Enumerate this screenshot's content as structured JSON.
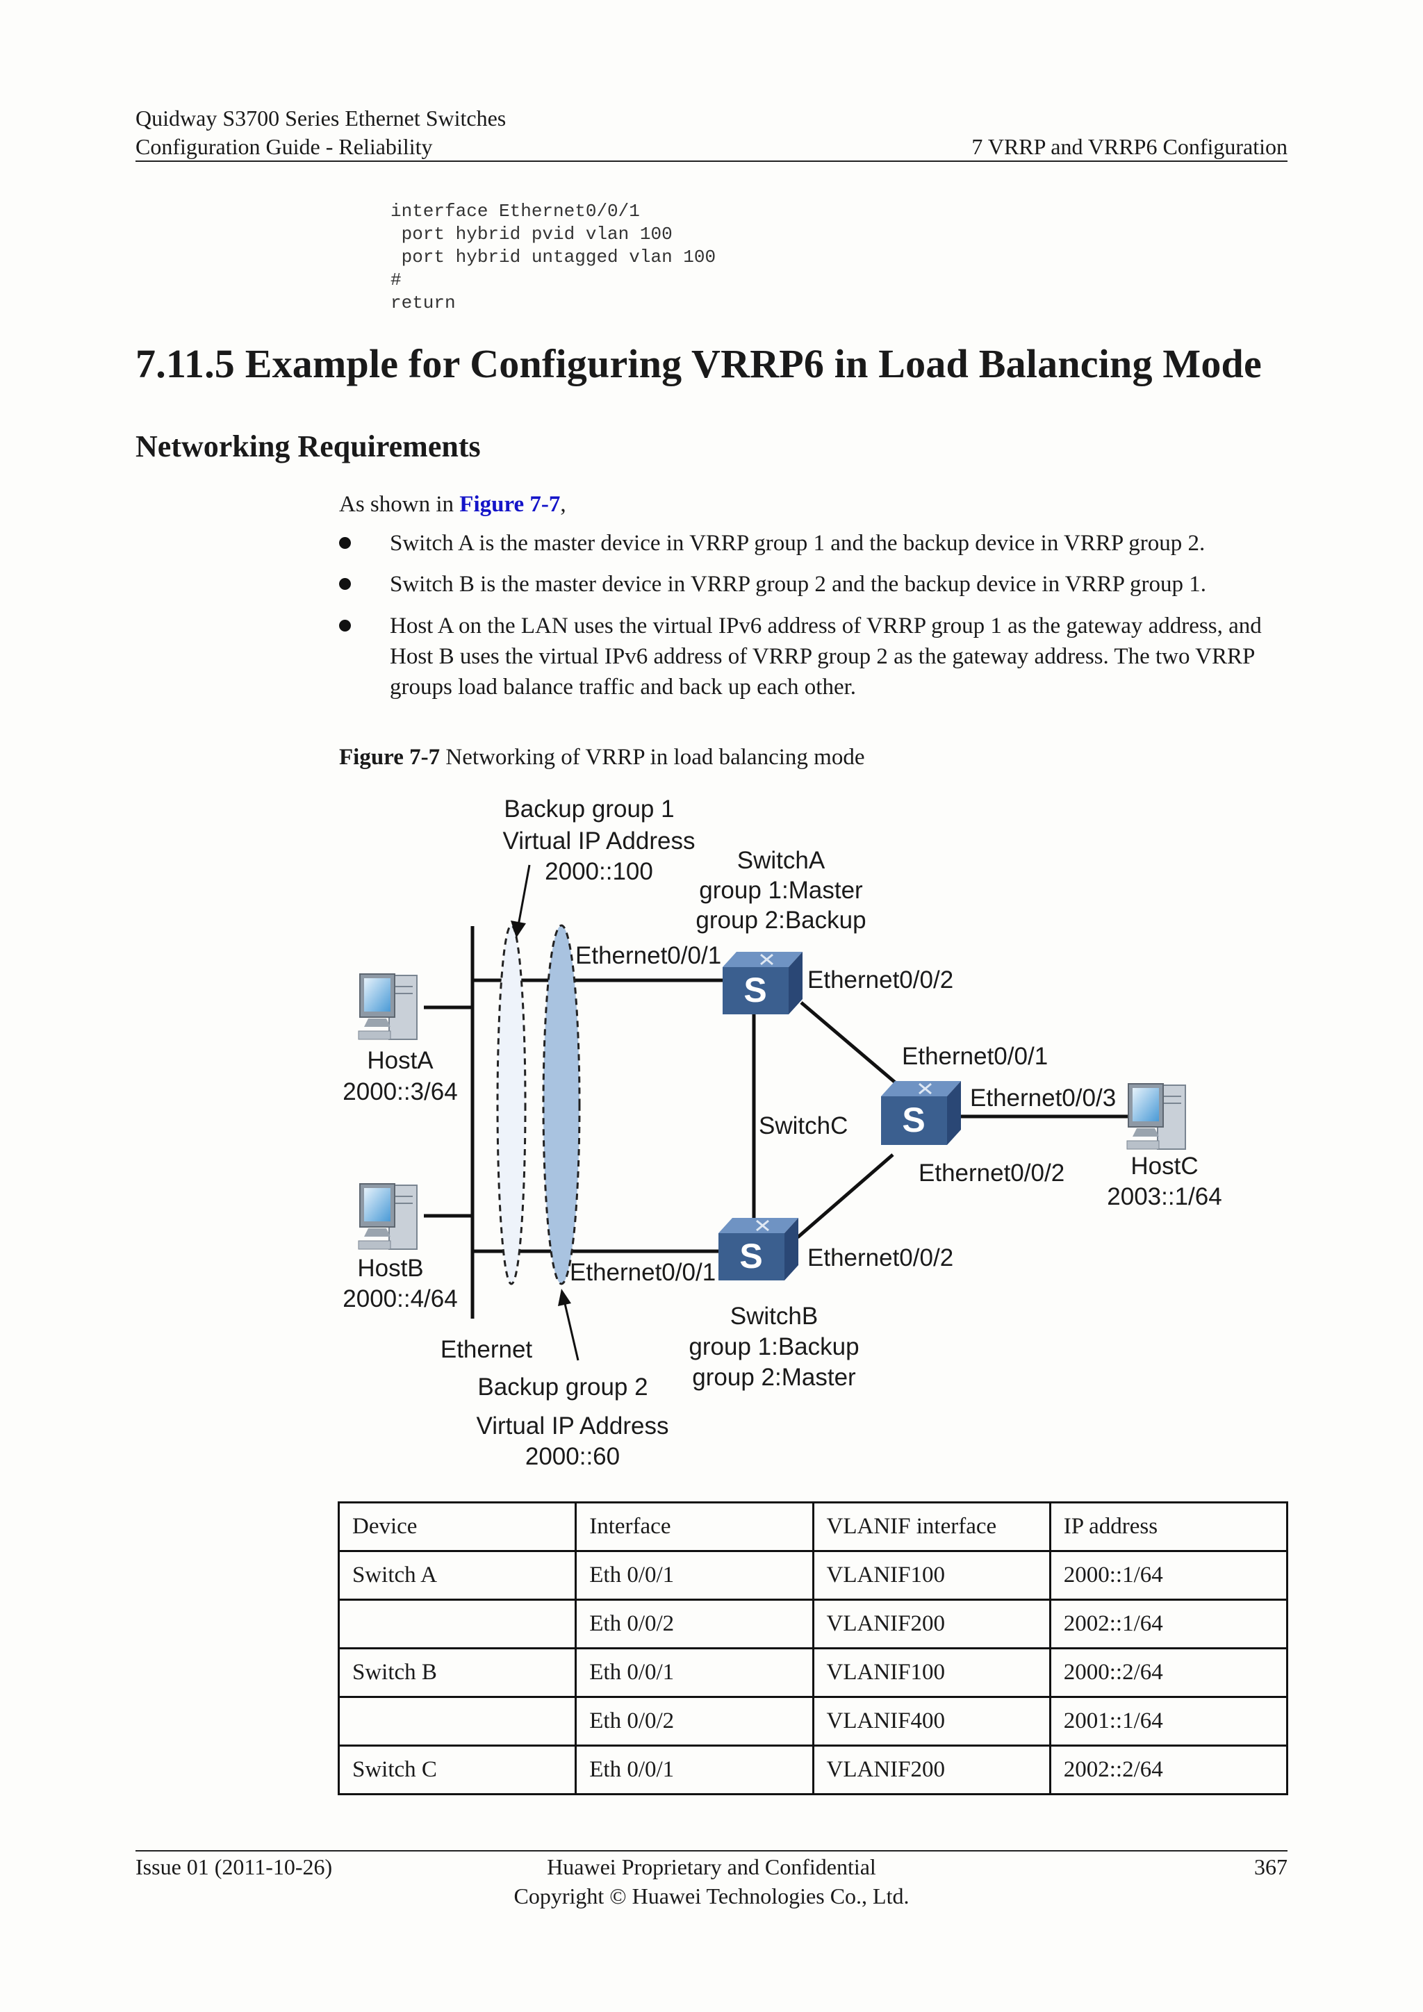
{
  "header": {
    "line1": "Quidway S3700 Series Ethernet Switches",
    "line2_left": "Configuration Guide - Reliability",
    "line2_right": "7 VRRP and VRRP6 Configuration"
  },
  "code_block": "interface Ethernet0/0/1\n port hybrid pvid vlan 100\n port hybrid untagged vlan 100\n#\nreturn",
  "section_title": "7.11.5 Example for Configuring VRRP6 in Load Balancing Mode",
  "subsection_title": "Networking Requirements",
  "intro": {
    "prefix": "As shown in ",
    "link": "Figure 7-7",
    "suffix": ","
  },
  "bullets": [
    "Switch A is the master device in VRRP group 1 and the backup device in VRRP group 2.",
    "Switch B is the master device in VRRP group 2 and the backup device in VRRP group 1.",
    "Host A on the LAN uses the virtual IPv6 address of VRRP group 1 as the gateway address, and Host B uses the virtual IPv6 address of VRRP group 2 as the gateway address. The two VRRP groups load balance traffic and back up each other."
  ],
  "figure": {
    "caption_label": "Figure 7-7",
    "caption_text": " Networking of VRRP in load balancing mode",
    "labels": {
      "bg1_title": "Backup group 1",
      "bg1_vip_label": "Virtual IP Address",
      "bg1_vip": "2000::100",
      "switchA_name": "SwitchA",
      "switchA_g1": "group 1:Master",
      "switchA_g2": "group 2:Backup",
      "switchA_eth1": "Ethernet0/0/1",
      "switchA_eth2": "Ethernet0/0/2",
      "hostA_name": "HostA",
      "hostA_ip": "2000::3/64",
      "switchC_eth1": "Ethernet0/0/1",
      "switchC_eth3": "Ethernet0/0/3",
      "switchC_name": "SwitchC",
      "switchC_eth2": "Ethernet0/0/2",
      "hostC_name": "HostC",
      "hostC_ip": "2003::1/64",
      "hostB_name": "HostB",
      "hostB_ip": "2000::4/64",
      "switchB_eth1": "Ethernet0/0/1",
      "switchB_eth2": "Ethernet0/0/2",
      "switchB_name": "SwitchB",
      "switchB_g1": "group 1:Backup",
      "switchB_g2": "group 2:Master",
      "ethernet": "Ethernet",
      "bg2_title": "Backup group 2",
      "bg2_vip_label": "Virtual IP Address",
      "bg2_vip": "2000::60",
      "switch_glyph": "S"
    }
  },
  "table": {
    "headers": [
      "Device",
      "Interface",
      "VLANIF interface",
      "IP address"
    ],
    "rows": [
      [
        "Switch A",
        "Eth 0/0/1",
        "VLANIF100",
        "2000::1/64"
      ],
      [
        "",
        "Eth 0/0/2",
        "VLANIF200",
        "2002::1/64"
      ],
      [
        "Switch B",
        "Eth 0/0/1",
        "VLANIF100",
        "2000::2/64"
      ],
      [
        "",
        "Eth 0/0/2",
        "VLANIF400",
        "2001::1/64"
      ],
      [
        "Switch C",
        "Eth 0/0/1",
        "VLANIF200",
        "2002::2/64"
      ]
    ]
  },
  "footer": {
    "left": "Issue 01 (2011-10-26)",
    "center1": "Huawei Proprietary and Confidential",
    "center2": "Copyright © Huawei Technologies Co., Ltd.",
    "right": "367"
  },
  "colors": {
    "link": "#1414c8",
    "switch_body": "#3b5f8f",
    "ellipse2_fill": "#a9c3e0"
  }
}
